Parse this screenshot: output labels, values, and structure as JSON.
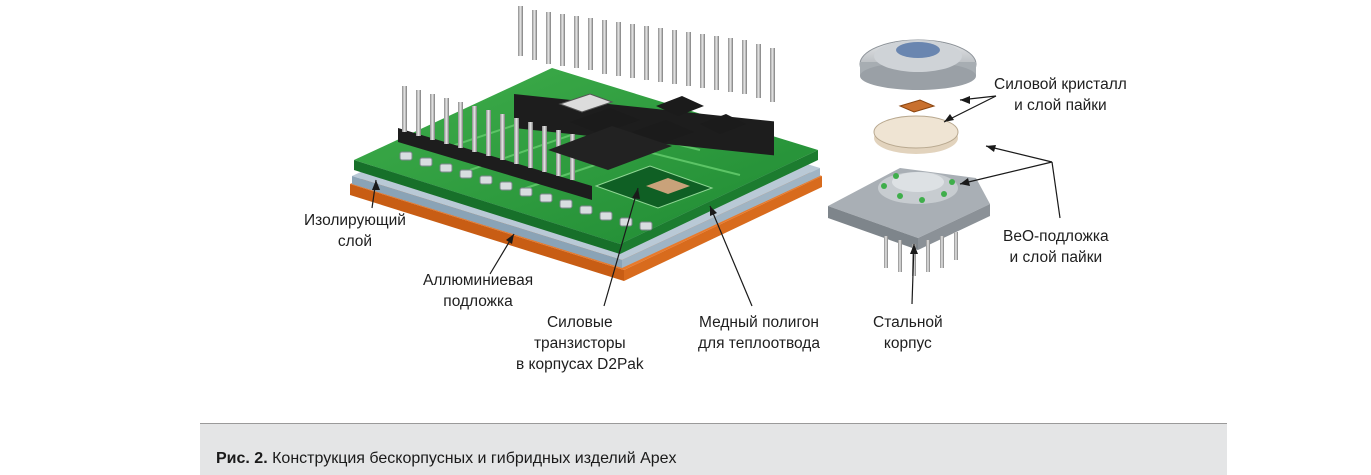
{
  "labels": {
    "insulating_layer": [
      "Изолирующий",
      "слой"
    ],
    "aluminum_substrate": [
      "Аллюминиевая",
      "подложка"
    ],
    "power_transistors": [
      "Силовые",
      "транзисторы",
      "в корпусах D2Pak"
    ],
    "copper_polygon": [
      "Медный полигон",
      "для теплоотвода"
    ],
    "steel_case": [
      "Стальной",
      "корпус"
    ],
    "power_die": [
      "Силовой кристалл",
      "и слой пайки"
    ],
    "beo_substrate": [
      "BeO-подложка",
      "и слой пайки"
    ]
  },
  "caption": {
    "prefix": "Рис. 2.",
    "text": "Конструкция бескорпусных и гибридных изделий Apex"
  }
}
